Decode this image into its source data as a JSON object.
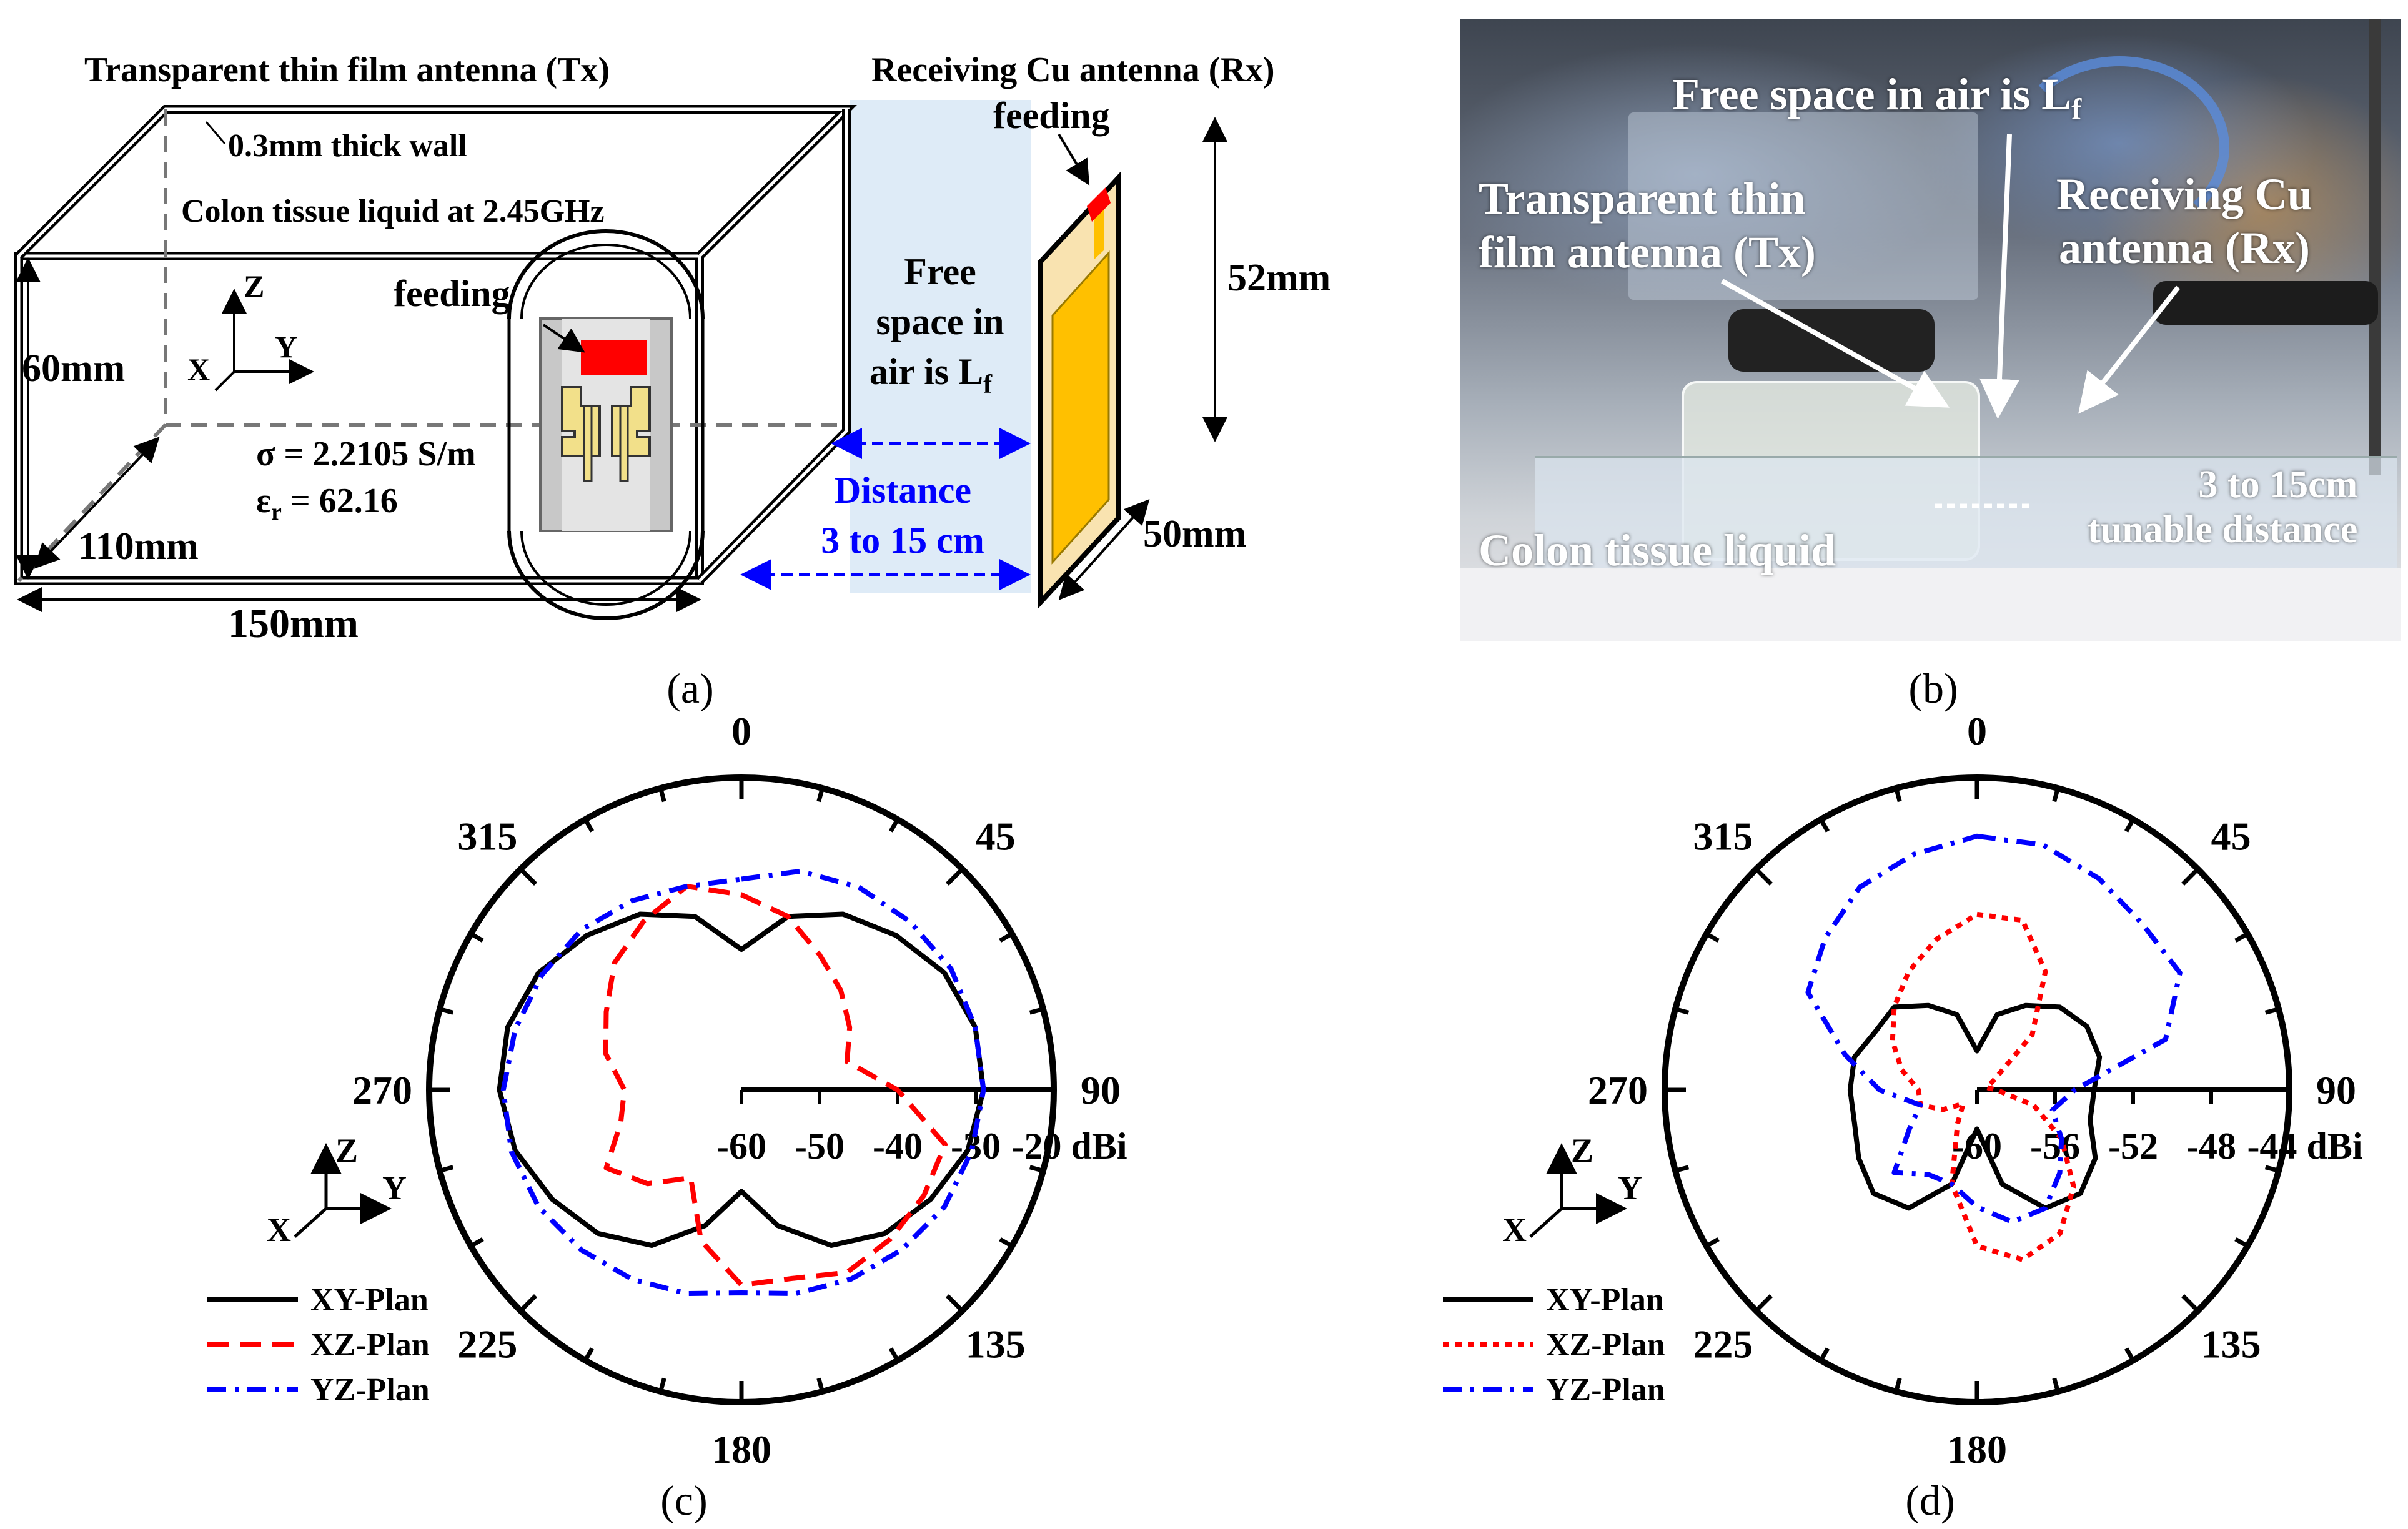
{
  "panel_a": {
    "caption": "(a)",
    "tx_title": "Transparent thin film antenna (Tx)",
    "rx_title": "Receiving Cu antenna (Rx)",
    "wall": "0.3mm thick wall",
    "liquid": "Colon tissue liquid at 2.45GHz",
    "feeding_left": "feeding",
    "feeding_right": "feeding",
    "axis_z": "Z",
    "axis_y": "Y",
    "axis_x": "X",
    "height": "60mm",
    "depth": "110mm",
    "width": "150mm",
    "sigma": "σ = 2.2105 S/m",
    "eps_symbol": "ε",
    "eps_sub": "r",
    "eps_value": " = 62.16",
    "free_line1": "Free",
    "free_line2": "space in",
    "free_line3": "air is L",
    "free_sub": "f",
    "distance_line1": "Distance",
    "distance_line2": "3 to 15 cm",
    "rx_height": "52mm",
    "rx_width": "50mm",
    "colors": {
      "feed": "#ff0000",
      "patch": "#ffc000",
      "patch_bg": "#f9e3b0",
      "free_space": "#deebf7",
      "distance": "#0000ff"
    }
  },
  "panel_b": {
    "caption": "(b)",
    "label_free": "Free space in air is L",
    "label_free_sub": "f",
    "label_tx_line1": "Transparent thin",
    "label_tx_line2": "film antenna (Tx)",
    "label_rx_line1": "Receiving Cu",
    "label_rx_line2": "antenna (Rx)",
    "label_liquid": "Colon tissue liquid",
    "label_dist_line1": "3 to 15cm",
    "label_dist_line2": "tunable distance"
  },
  "chart_data": [
    {
      "type": "polar",
      "caption": "(c)",
      "angle_labels": [
        "0",
        "45",
        "90",
        "135",
        "180",
        "225",
        "270",
        "315"
      ],
      "radial_ticks": [
        "-60",
        "-50",
        "-40",
        "-30",
        "-20 dBi"
      ],
      "rlim": [
        -60,
        -20
      ],
      "axis_labels": {
        "z": "Z",
        "y": "Y",
        "x": "X"
      },
      "legend_position": "bottom-left",
      "series": [
        {
          "name": "XY-Plan",
          "color": "#000000",
          "dash": "solid",
          "points": [
            [
              0,
              -42
            ],
            [
              15,
              -37
            ],
            [
              30,
              -34
            ],
            [
              45,
              -32
            ],
            [
              60,
              -30
            ],
            [
              75,
              -29
            ],
            [
              90,
              -29
            ],
            [
              105,
              -30
            ],
            [
              120,
              -32
            ],
            [
              135,
              -34
            ],
            [
              150,
              -37
            ],
            [
              165,
              -42
            ],
            [
              180,
              -47
            ],
            [
              195,
              -42
            ],
            [
              210,
              -37
            ],
            [
              225,
              -34
            ],
            [
              240,
              -32
            ],
            [
              255,
              -30
            ],
            [
              270,
              -29
            ],
            [
              285,
              -29
            ],
            [
              300,
              -30
            ],
            [
              315,
              -32
            ],
            [
              330,
              -34
            ],
            [
              345,
              -37
            ]
          ]
        },
        {
          "name": "XZ-Plan",
          "color": "#ff0000",
          "dash": "dashed",
          "points": [
            [
              0,
              -35
            ],
            [
              15,
              -37
            ],
            [
              30,
              -40
            ],
            [
              45,
              -42
            ],
            [
              60,
              -44
            ],
            [
              75,
              -46
            ],
            [
              90,
              -40
            ],
            [
              105,
              -33
            ],
            [
              120,
              -33
            ],
            [
              135,
              -33
            ],
            [
              150,
              -33
            ],
            [
              165,
              -35
            ],
            [
              180,
              -35
            ],
            [
              195,
              -40
            ],
            [
              210,
              -47
            ],
            [
              225,
              -43
            ],
            [
              240,
              -40
            ],
            [
              255,
              -44
            ],
            [
              270,
              -45
            ],
            [
              285,
              -42
            ],
            [
              300,
              -40
            ],
            [
              315,
              -37
            ],
            [
              330,
              -35
            ],
            [
              345,
              -33
            ]
          ]
        },
        {
          "name": "YZ-Plan",
          "color": "#0000ff",
          "dash": "dashdot",
          "points": [
            [
              0,
              -33
            ],
            [
              15,
              -31
            ],
            [
              30,
              -30
            ],
            [
              45,
              -29.5
            ],
            [
              60,
              -29
            ],
            [
              75,
              -29
            ],
            [
              90,
              -29
            ],
            [
              105,
              -29.5
            ],
            [
              120,
              -30
            ],
            [
              135,
              -31
            ],
            [
              150,
              -32
            ],
            [
              165,
              -33
            ],
            [
              180,
              -34
            ],
            [
              195,
              -33
            ],
            [
              210,
              -32
            ],
            [
              225,
              -31
            ],
            [
              240,
              -30
            ],
            [
              255,
              -29.5
            ],
            [
              270,
              -29.5
            ],
            [
              285,
              -30
            ],
            [
              300,
              -30.5
            ],
            [
              315,
              -31
            ],
            [
              330,
              -32
            ],
            [
              345,
              -33
            ]
          ]
        }
      ]
    },
    {
      "type": "polar",
      "caption": "(d)",
      "angle_labels": [
        "0",
        "45",
        "90",
        "135",
        "180",
        "225",
        "270",
        "315"
      ],
      "radial_ticks": [
        "-60",
        "-56",
        "-52",
        "-48",
        "-44 dBi"
      ],
      "rlim": [
        -60,
        -44
      ],
      "axis_labels": {
        "z": "Z",
        "y": "Y",
        "x": "X"
      },
      "legend_position": "bottom-left",
      "series": [
        {
          "name": "XY-Plan",
          "color": "#000000",
          "dash": "solid",
          "points": [
            [
              0,
              -58
            ],
            [
              15,
              -56
            ],
            [
              30,
              -55
            ],
            [
              45,
              -54
            ],
            [
              60,
              -53.5
            ],
            [
              75,
              -53.5
            ],
            [
              90,
              -54
            ],
            [
              105,
              -54
            ],
            [
              120,
              -53
            ],
            [
              135,
              -52.5
            ],
            [
              150,
              -53
            ],
            [
              165,
              -55
            ],
            [
              180,
              -58
            ],
            [
              195,
              -55
            ],
            [
              210,
              -53
            ],
            [
              225,
              -52.5
            ],
            [
              240,
              -53
            ],
            [
              255,
              -53.5
            ],
            [
              270,
              -53.5
            ],
            [
              285,
              -53.5
            ],
            [
              300,
              -54
            ],
            [
              315,
              -54
            ],
            [
              330,
              -55
            ],
            [
              345,
              -56
            ]
          ]
        },
        {
          "name": "XZ-Plan",
          "color": "#ff0000",
          "dash": "dotted",
          "points": [
            [
              0,
              -51
            ],
            [
              15,
              -51
            ],
            [
              30,
              -53
            ],
            [
              45,
              -56
            ],
            [
              60,
              -59
            ],
            [
              75,
              -59.5
            ],
            [
              90,
              -59
            ],
            [
              105,
              -57
            ],
            [
              120,
              -55
            ],
            [
              135,
              -53
            ],
            [
              150,
              -51.5
            ],
            [
              165,
              -51
            ],
            [
              180,
              -52
            ],
            [
              195,
              -55
            ],
            [
              210,
              -58
            ],
            [
              225,
              -59
            ],
            [
              240,
              -58
            ],
            [
              255,
              -57
            ],
            [
              270,
              -57
            ],
            [
              285,
              -56
            ],
            [
              300,
              -55
            ],
            [
              315,
              -54
            ],
            [
              330,
              -53
            ],
            [
              345,
              -52
            ]
          ]
        },
        {
          "name": "YZ-Plan",
          "color": "#0000ff",
          "dash": "dashdot",
          "points": [
            [
              0,
              -47
            ],
            [
              15,
              -47
            ],
            [
              30,
              -47.5
            ],
            [
              45,
              -48
            ],
            [
              60,
              -48
            ],
            [
              75,
              -50
            ],
            [
              90,
              -55
            ],
            [
              105,
              -56
            ],
            [
              120,
              -55
            ],
            [
              135,
              -54
            ],
            [
              150,
              -53
            ],
            [
              165,
              -53
            ],
            [
              180,
              -54
            ],
            [
              195,
              -55
            ],
            [
              210,
              -55
            ],
            [
              225,
              -54
            ],
            [
              240,
              -56
            ],
            [
              255,
              -57
            ],
            [
              270,
              -55
            ],
            [
              285,
              -53
            ],
            [
              300,
              -50
            ],
            [
              315,
              -49
            ],
            [
              330,
              -48
            ],
            [
              345,
              -47.5
            ]
          ]
        }
      ]
    }
  ]
}
